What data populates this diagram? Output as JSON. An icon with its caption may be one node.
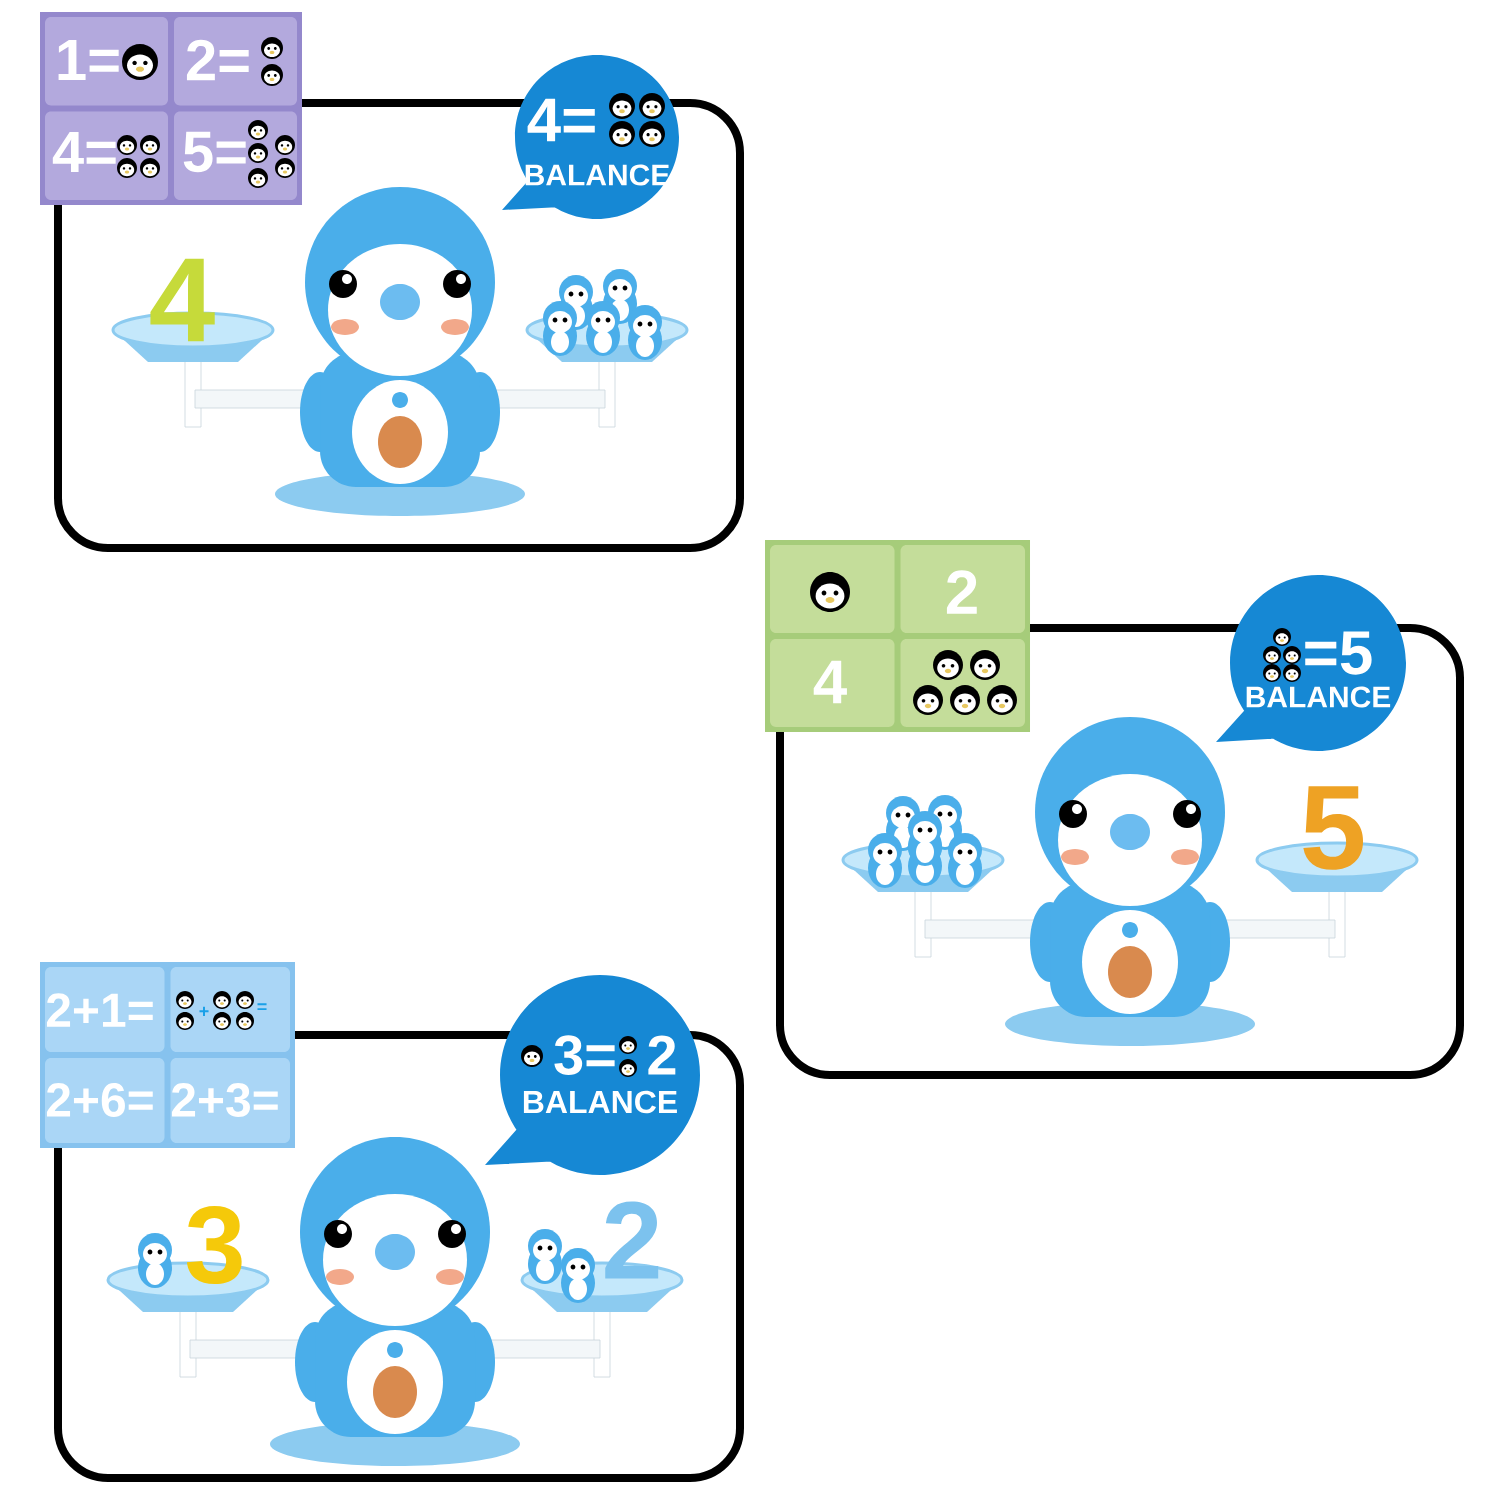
{
  "diagram": {
    "nodes": [
      {
        "text": [
          "4=",
          "BALANCE"
        ]
      },
      {
        "text": [
          "=5",
          "BALANCE"
        ]
      },
      {
        "text": [
          "3=",
          "2",
          "BALANCE"
        ]
      }
    ],
    "labels": [
      "1=",
      "2=",
      "4=",
      "5=",
      "4",
      "2",
      "4",
      "5",
      "2+1=",
      "+",
      "=",
      "2+6=",
      "2+3=",
      "3",
      "2"
    ]
  }
}
